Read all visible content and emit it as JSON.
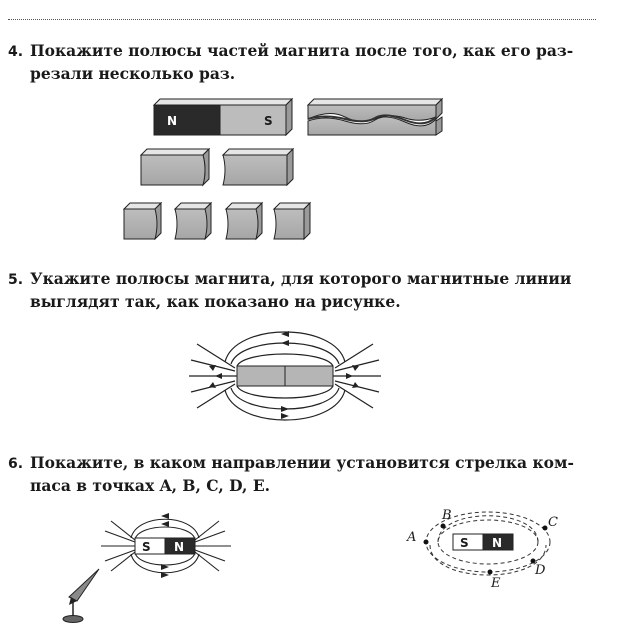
{
  "questions": [
    {
      "number": "4.",
      "line1": "Покажите полюсы частей магнита после того, как его раз-",
      "line2": "резали несколько раз."
    },
    {
      "number": "5.",
      "line1": "Укажите полюсы магнита, для которого магнитные линии",
      "line2": "выглядят так, как показано на рисунке."
    },
    {
      "number": "6.",
      "line1": "Покажите, в каком направлении установится стрелка ком-",
      "line2": "паса в точках A, B, C, D, E."
    }
  ],
  "figure1": {
    "magnet_n": "N",
    "magnet_s": "S"
  },
  "figure3": {
    "left_s": "S",
    "left_n": "N",
    "right_s": "S",
    "right_n": "N",
    "points": {
      "a": "A",
      "b": "B",
      "c": "C",
      "d": "D",
      "e": "E"
    }
  }
}
